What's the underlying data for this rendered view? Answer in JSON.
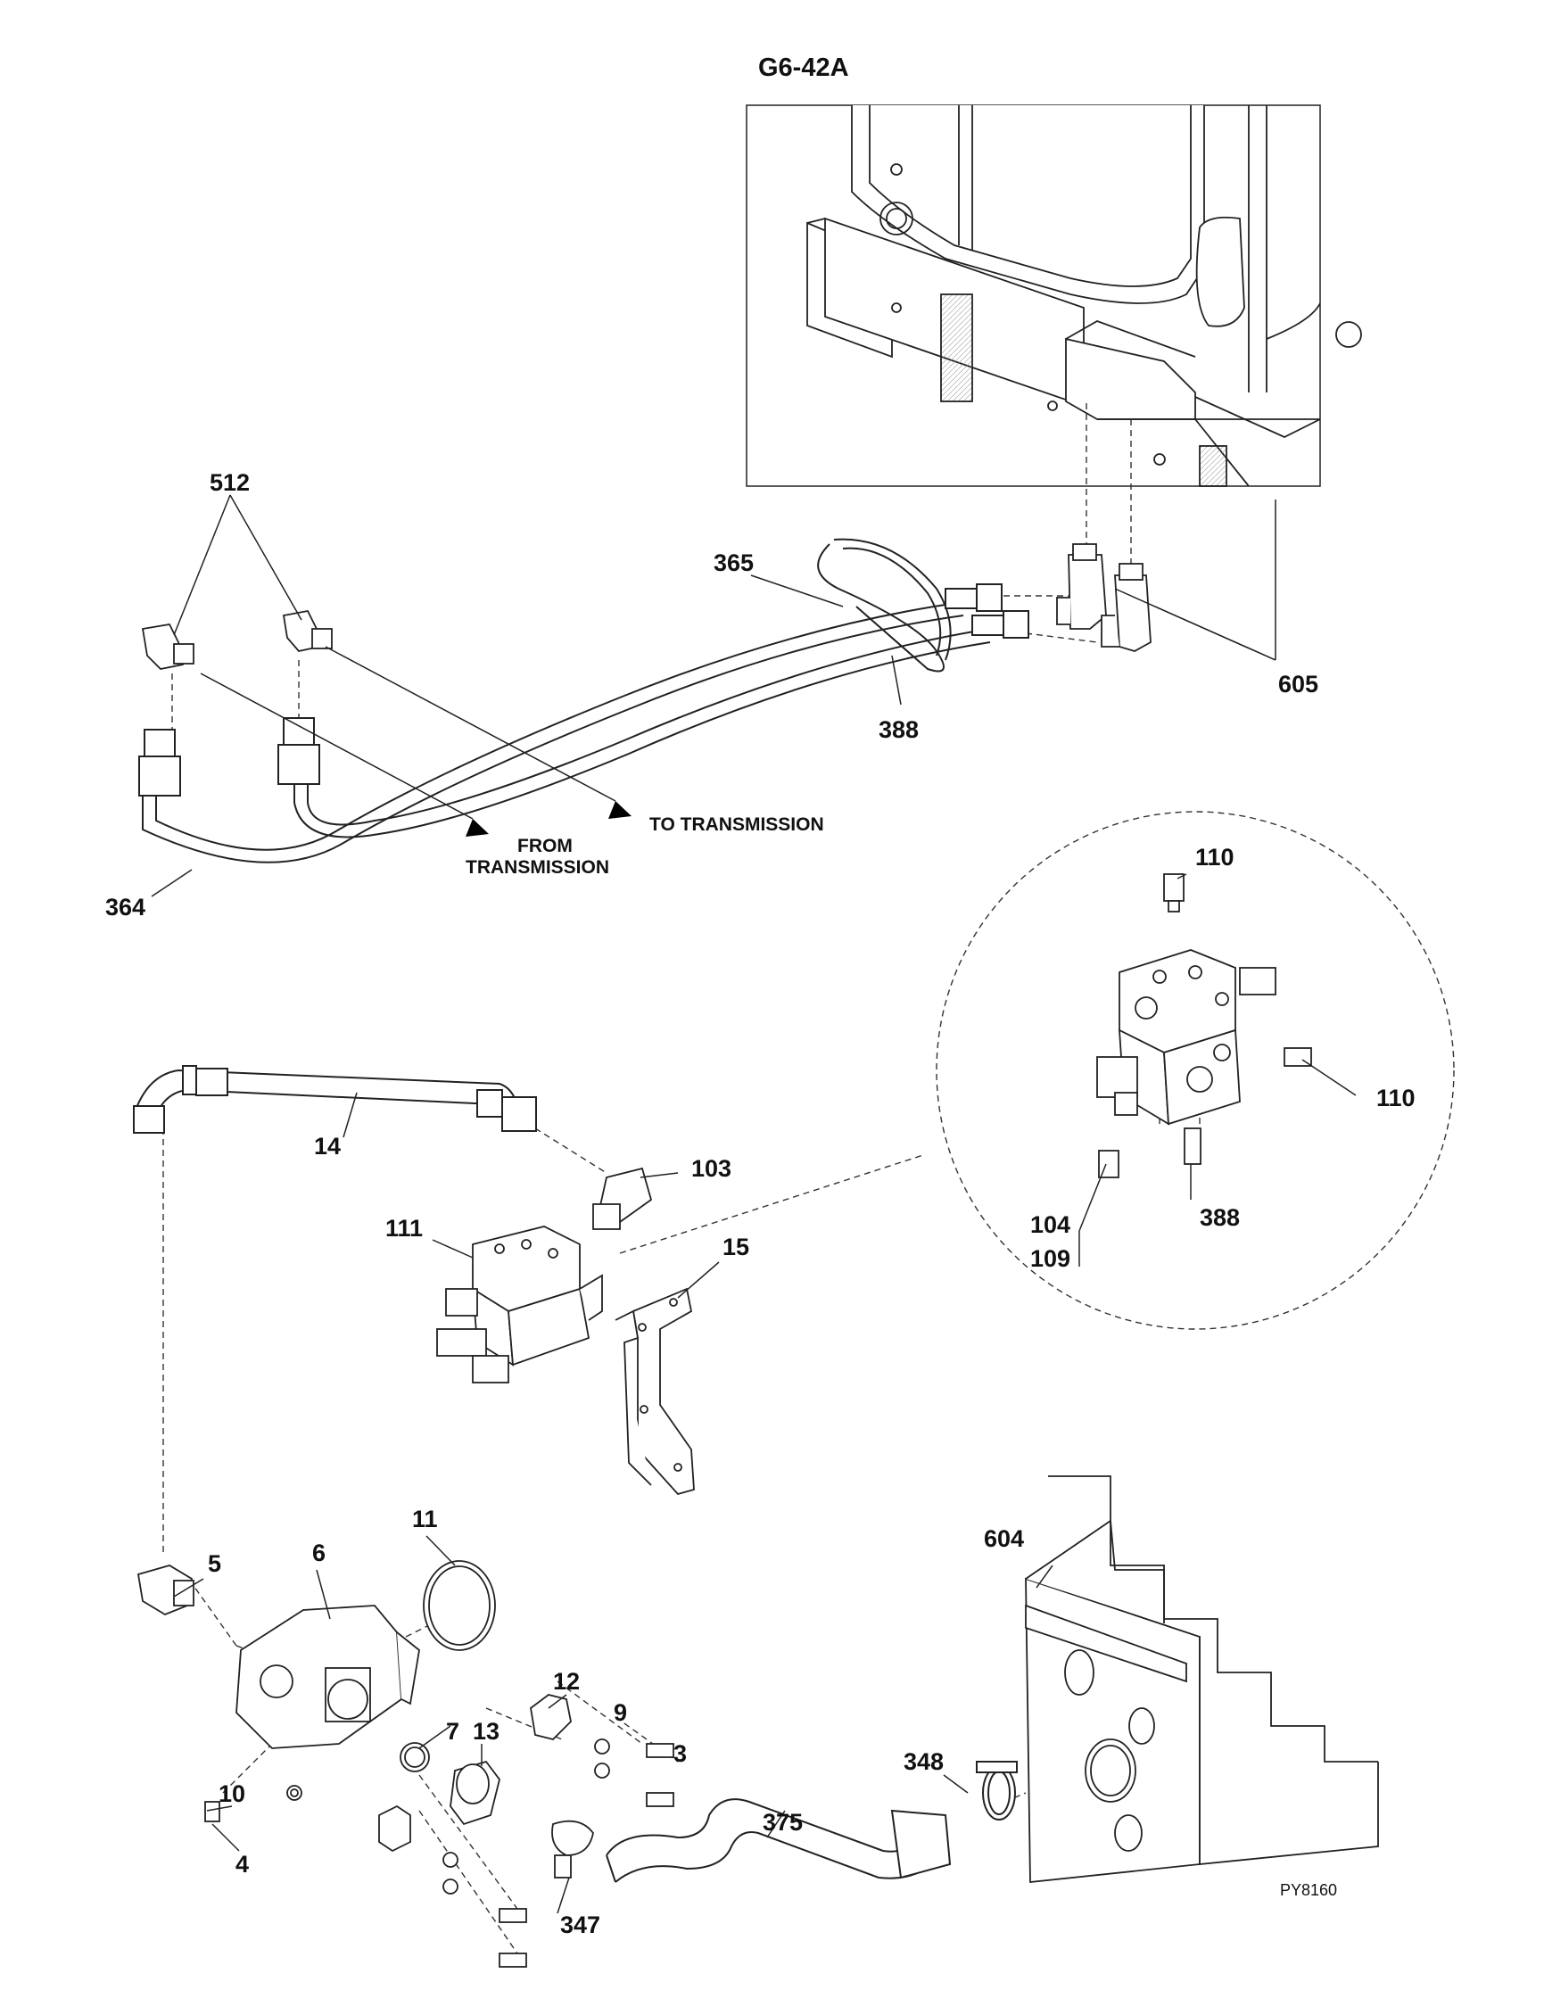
{
  "figure_title": "G6-42A",
  "reference_code": "PY8160",
  "callouts": {
    "c512": "512",
    "c365": "365",
    "c388a": "388",
    "c605": "605",
    "c364": "364",
    "c110a": "110",
    "c110b": "110",
    "c14": "14",
    "c103": "103",
    "c111": "111",
    "c15": "15",
    "c104": "104",
    "c109": "109",
    "c388b": "388",
    "c11": "11",
    "c5": "5",
    "c6": "6",
    "c604": "604",
    "c12": "12",
    "c9": "9",
    "c7": "7",
    "c13": "13",
    "c3": "3",
    "c10": "10",
    "c348": "348",
    "c375": "375",
    "c4": "4",
    "c347": "347"
  },
  "notes": {
    "from_line1": "FROM",
    "from_line2": "TRANSMISSION",
    "to": "TO TRANSMISSION"
  }
}
